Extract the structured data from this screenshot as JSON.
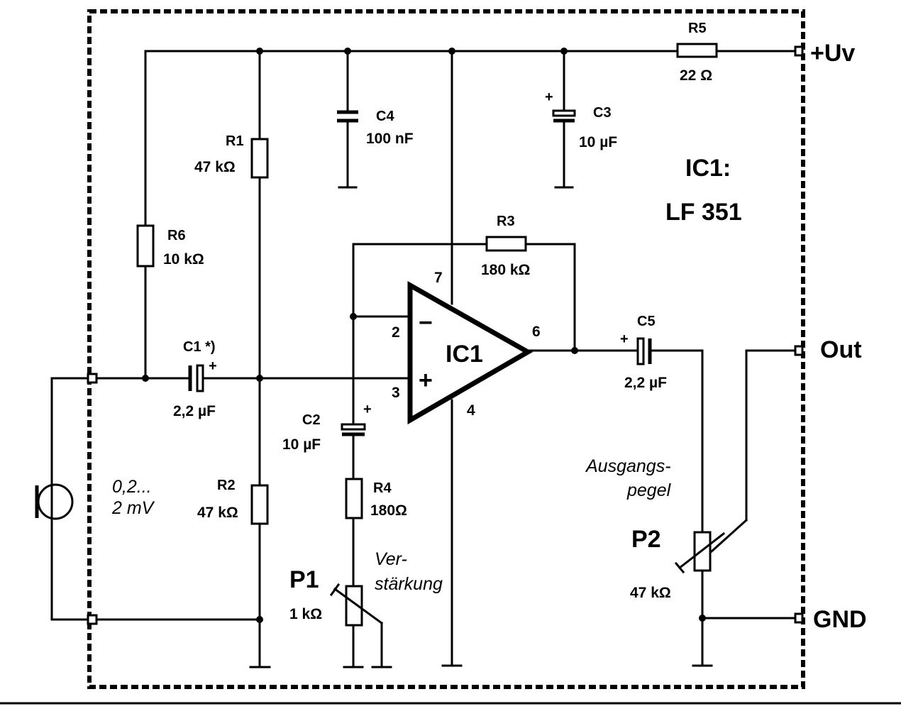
{
  "labels": {
    "r5": "R5",
    "r5_val": "22 Ω",
    "uv": "+Uv",
    "c4": "C4",
    "c4_val": "100 nF",
    "c3": "C3",
    "c3_val": "10 µF",
    "c3_plus": "+",
    "r1": "R1",
    "r1_val": "47 kΩ",
    "ic1_head": "IC1:",
    "ic1_type": "LF 351",
    "r6": "R6",
    "r6_val": "10 kΩ",
    "r3": "R3",
    "r3_val": "180 kΩ",
    "pin7": "7",
    "pin2": "2",
    "pin3": "3",
    "pin4": "4",
    "pin6": "6",
    "op_minus": "−",
    "op_plus": "+",
    "ic1": "IC1",
    "c1": "C1 *)",
    "c1_plus": "+",
    "c1_val": "2,2 µF",
    "c5": "C5",
    "c5_plus": "+",
    "c5_val": "2,2 µF",
    "out": "Out",
    "c2": "C2",
    "c2_plus": "+",
    "c2_val": "10  µF",
    "input_level_1": "0,2...",
    "input_level_2": "2 mV",
    "r2": "R2",
    "r2_val": "47 kΩ",
    "r4": "R4",
    "r4_val": "180Ω",
    "gain_1": "Ver-",
    "gain_2": "stärkung",
    "p1": "P1",
    "p1_val": "1 kΩ",
    "level_1": "Ausgangs-",
    "level_2": "pegel",
    "p2": "P2",
    "p2_val": "47 kΩ",
    "gnd": "GND"
  }
}
